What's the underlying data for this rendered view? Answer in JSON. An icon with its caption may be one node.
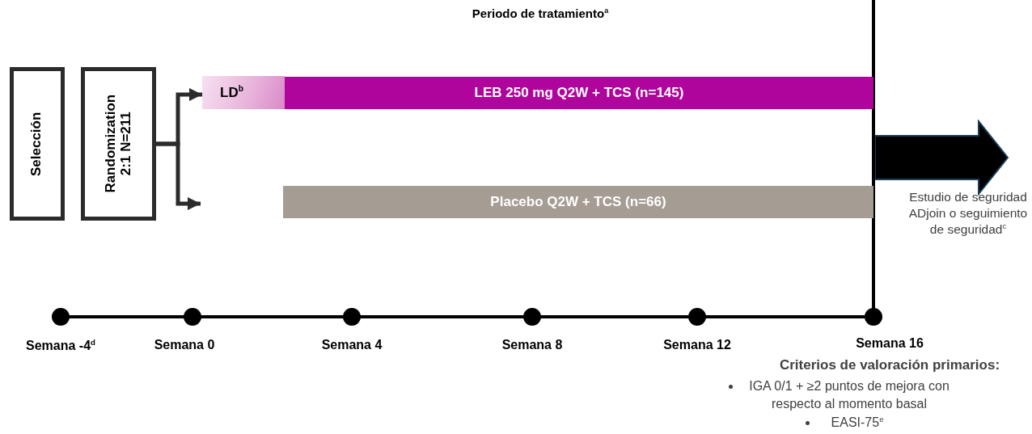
{
  "diagram": {
    "title": "Periodo de tratamiento$^{a}$",
    "nodes": [
      {
        "text": [
          "Selección"
        ]
      },
      {
        "text": [
          "Randomization 2:1 N=211"
        ]
      },
      {
        "text": [
          "LD$^{b}$"
        ]
      },
      {
        "text": [
          "LEB 250 mg Q2W + TCS (n=145)"
        ]
      },
      {
        "text": [
          "Placebo Q2W + TCS (n=66)"
        ]
      },
      {
        "text": [],
        "shape": "arrow",
        "beside": [
          "Estudio de seguridad ADjoin o seguimiento de seguridad$^{c}$"
        ]
      }
    ],
    "edges": [
      {
        "from": 1,
        "to": 2,
        "arrow": "to"
      },
      {
        "from": 1,
        "to": null,
        "arrow": "to"
      }
    ],
    "labels": [
      "Semana -4$^{d}$",
      "Semana 0",
      "Semana 4",
      "Semana 8",
      "Semana 12",
      "Semana 16",
      "Criterios de valoración primarios:",
      "IGA 0/1 + ≥2 puntos de mejora con respecto al momento basal",
      "EASI-75$^{e}$"
    ]
  }
}
